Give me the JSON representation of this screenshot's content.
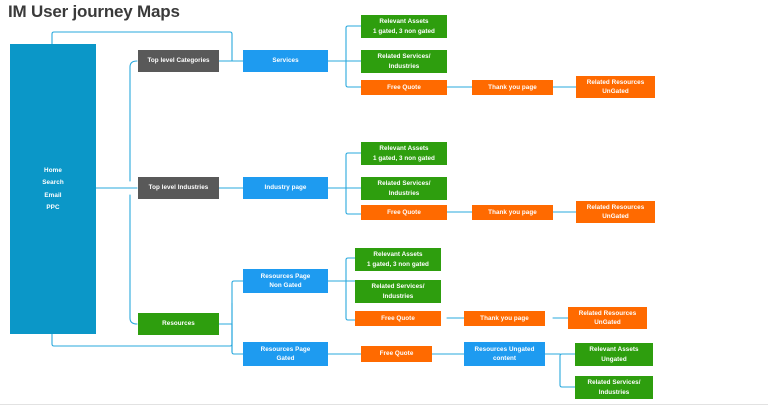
{
  "page": {
    "title": "IM User journey Maps",
    "colors": {
      "green": "#2e9e0e",
      "orange": "#ff6a00",
      "blue": "#1e9bf0",
      "gray": "#595959",
      "panel": "#0b97c8",
      "wire": "#29a8dd",
      "background": "#ffffff",
      "title_text": "#3a3a3a"
    }
  },
  "sidebar": {
    "items": [
      {
        "label": "Home"
      },
      {
        "label": "Search"
      },
      {
        "label": "Email"
      },
      {
        "label": "PPC"
      }
    ]
  },
  "nodes": {
    "top_level_categories": {
      "label": "Top level Categories"
    },
    "services": {
      "label": "Services"
    },
    "cat_relevant_assets": {
      "line1": "Relevant Assets",
      "line2": "1 gated, 3 non gated"
    },
    "cat_related_services": {
      "line1": "Related Services/",
      "line2": "Industries"
    },
    "cat_free_quote": {
      "label": "Free Quote"
    },
    "cat_thank_you": {
      "label": "Thank you page"
    },
    "cat_related_resources": {
      "line1": "Related Resources",
      "line2": "UnGated"
    },
    "top_level_industries": {
      "label": "Top level Industries"
    },
    "industry_page": {
      "label": "Industry page"
    },
    "ind_relevant_assets": {
      "line1": "Relevant Assets",
      "line2": "1 gated, 3 non gated"
    },
    "ind_related_services": {
      "line1": "Related Services/",
      "line2": "Industries"
    },
    "ind_free_quote": {
      "label": "Free Quote"
    },
    "ind_thank_you": {
      "label": "Thank you page"
    },
    "ind_related_resources": {
      "line1": "Related Resources",
      "line2": "UnGated"
    },
    "resources": {
      "label": "Resources"
    },
    "resources_page_non_gated": {
      "line1": "Resources Page",
      "line2": "Non Gated"
    },
    "res_relevant_assets": {
      "line1": "Relevant Assets",
      "line2": "1 gated, 3 non gated"
    },
    "res_related_services": {
      "line1": "Related Services/",
      "line2": "Industries"
    },
    "res_free_quote": {
      "label": "Free Quote"
    },
    "res_thank_you": {
      "label": "Thank you page"
    },
    "res_related_resources": {
      "line1": "Related Resources",
      "line2": "UnGated"
    },
    "resources_page_gated": {
      "line1": "Resources Page",
      "line2": "Gated"
    },
    "gated_free_quote": {
      "label": "Free Quote"
    },
    "resources_ungated_content": {
      "line1": "Resources Ungated",
      "line2": "content"
    },
    "ungated_relevant_assets": {
      "line1": "Relevant Assets",
      "line2": "Ungated"
    },
    "ungated_related_services": {
      "line1": "Related Services/",
      "line2": "Industries"
    }
  }
}
